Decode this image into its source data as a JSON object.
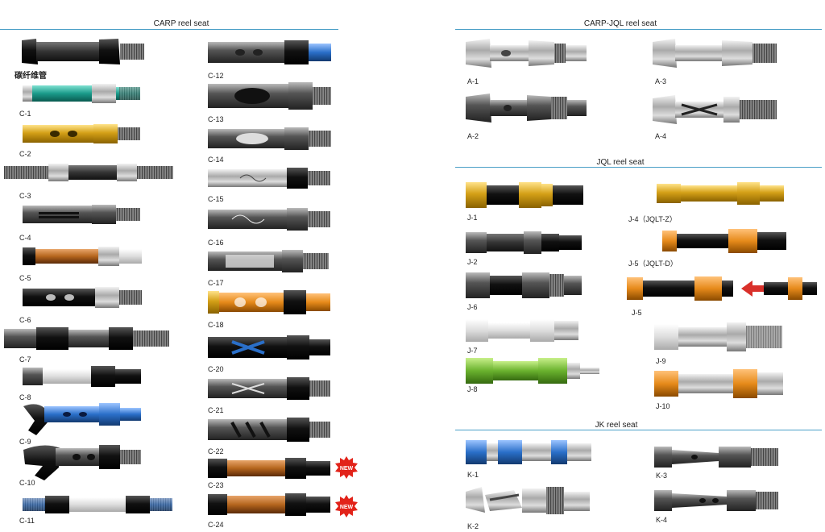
{
  "sections": {
    "carp": "CARP reel seat",
    "carp_jql": "CARP-JQL reel seat",
    "jql": "JQL reel seat",
    "jk": "JK reel seat"
  },
  "carbon_label": "碳纤维管",
  "new_badge": "NEW",
  "colors": {
    "rule": "#4a9fc7",
    "badge": "#e2231a",
    "gold": "#d4a017",
    "teal": "#1a9a8a",
    "blue": "#2a6fc9",
    "green": "#6ab22e",
    "copper": "#b5651d",
    "orange": "#e68a1a"
  },
  "labels": {
    "C1": "C-1",
    "C2": "C-2",
    "C3": "C-3",
    "C4": "C-4",
    "C5": "C-5",
    "C6": "C-6",
    "C7": "C-7",
    "C8": "C-8",
    "C9": "C-9",
    "C10": "C-10",
    "C11": "C-11",
    "C12": "C-12",
    "C13": "C-13",
    "C14": "C-14",
    "C15": "C-15",
    "C16": "C-16",
    "C17": "C-17",
    "C18": "C-18",
    "C20": "C-20",
    "C21": "C-21",
    "C22": "C-22",
    "C23": "C-23",
    "C24": "C-24",
    "A1": "A-1",
    "A2": "A-2",
    "A3": "A-3",
    "A4": "A-4",
    "J1": "J-1",
    "J2": "J-2",
    "J6": "J-6",
    "J7": "J-7",
    "J8": "J-8",
    "J4": "J-4（JQLT-Z）",
    "J5D": "J-5（JQLT-D）",
    "J5": "J-5",
    "J9": "J-9",
    "J10": "J-10",
    "K1": "K-1",
    "K2": "K-2",
    "K3": "K-3",
    "K4": "K-4"
  }
}
